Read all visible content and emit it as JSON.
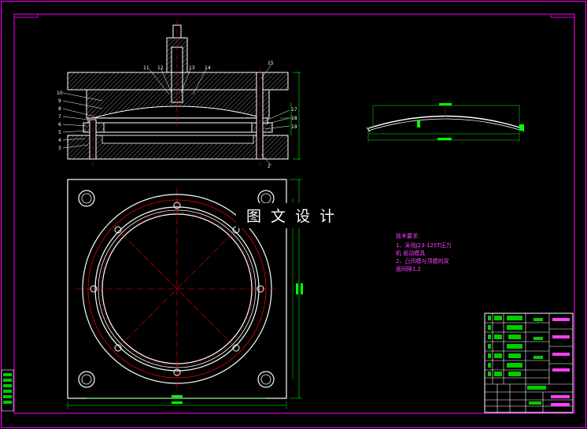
{
  "watermark": "图 文 设 计",
  "tech_requirements": {
    "title": "技术要求:",
    "line1": "1、采用J23-125T压力",
    "line2": "机  驱动模具",
    "line3": "2、凸凹模与顶模的双",
    "line4": "面间隙1.2"
  },
  "part_numbers_left": [
    "10",
    "9",
    "8",
    "7",
    "6",
    "5",
    "4",
    "3"
  ],
  "part_numbers_top": [
    "11",
    "12",
    "13",
    "14",
    "15"
  ],
  "part_numbers_right": [
    "17",
    "18",
    "19",
    "2"
  ],
  "colors": {
    "background": "#000000",
    "frame": "#ff00ff",
    "outline": "#ffffff",
    "centerline": "#ff0000",
    "dimension": "#00ff00",
    "label": "#ff40ff"
  }
}
